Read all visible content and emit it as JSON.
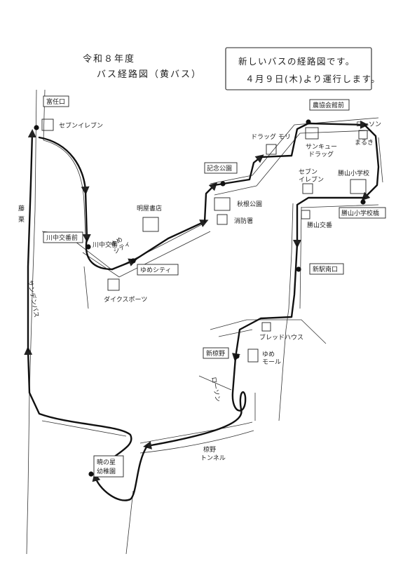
{
  "header": {
    "year_title": "令和８年度",
    "map_title": "バス経路図（黄バス）"
  },
  "notice": {
    "line1": "新しいバスの経路図です。",
    "line2": "４月９日(木)より運行します。"
  },
  "bus_stops": {
    "tominin": "富任口",
    "kawanaka_koban": "川中交番前",
    "youme_city": "ゆめシティ",
    "kinen_koen": "記念公園",
    "nokyo_kaikan": "農協会館前",
    "katsuyama_shogakko": "勝山小学校橋",
    "shin_eki_minami": "新駅南口",
    "shin_ayaragi": "新椋野",
    "akatsuki_yochien": "暁の星\n幼稚園"
  },
  "landmarks": {
    "seven_eleven_1": "セブンイレブン",
    "kawanaka_koban": "川中交番",
    "youme_city_bldg": "ゆめ\nシティ",
    "meiya_shoten": "明屋書店",
    "daikyu_sports": "ダイクスポーツ",
    "aki_kiyo_koen": "秋根公園",
    "shobosho": "消防署",
    "drug_mori": "ドラッグ モリ",
    "sunkyu_drug": "サンキュー\nドラッグ",
    "marukyu": "まるき",
    "lawson_1": "ローソン",
    "katsuyama_shogakko": "勝山小学校",
    "seven_eleven_2": "セブン\nイレブン",
    "katsuyama_koban": "勝山交番",
    "bread_house": "ブレッドハウス",
    "youme_mall": "ゆめ\nモール",
    "lawson_2": "ローソン",
    "ayaragi_tunnel": "椋野\nトンネル",
    "nishi_bus_route": "サンデンバス",
    "hanbei": "藤\n栗"
  },
  "colors": {
    "ink": "#222222",
    "paper": "#ffffff"
  }
}
